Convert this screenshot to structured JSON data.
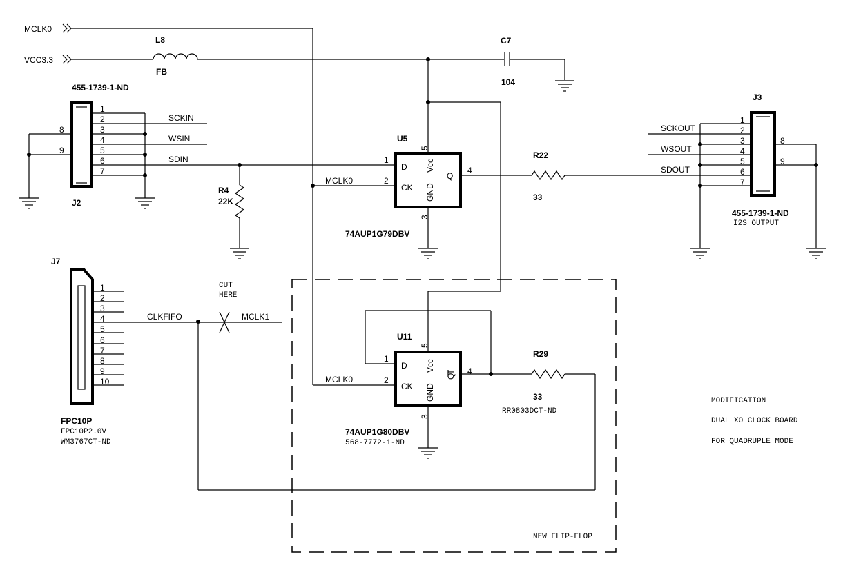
{
  "nets": {
    "mclk0": "MCLK0",
    "vcc": "VCC3.3",
    "sckin": "SCKIN",
    "wsin": "WSIN",
    "sdin": "SDIN",
    "mclk0_u5": "MCLK0",
    "mclk0_u11": "MCLK0",
    "sckout": "SCKOUT",
    "wsout": "WSOUT",
    "sdout": "SDOUT",
    "clkfifo": "CLKFIFO",
    "mclk1": "MCLK1"
  },
  "components": {
    "l8": {
      "ref": "L8",
      "value": "FB"
    },
    "c7": {
      "ref": "C7",
      "value": "104"
    },
    "j2": {
      "ref": "J2",
      "part": "455-1739-1-ND",
      "pins": [
        "1",
        "2",
        "3",
        "4",
        "5",
        "6",
        "7"
      ],
      "side_pins": [
        "8",
        "9"
      ]
    },
    "r4": {
      "ref": "R4",
      "value": "22K"
    },
    "u5": {
      "ref": "U5",
      "part": "74AUP1G79DBV",
      "pin_d": "D",
      "pin_ck": "CK",
      "pin_q": "Q",
      "pin_vcc": "Vcc",
      "pin_gnd": "GND",
      "n1": "1",
      "n2": "2",
      "n3": "3",
      "n4": "4",
      "n5": "5"
    },
    "r22": {
      "ref": "R22",
      "value": "33"
    },
    "j3": {
      "ref": "J3",
      "part": "455-1739-1-ND",
      "subtitle": "I2S OUTPUT",
      "pins": [
        "1",
        "2",
        "3",
        "4",
        "5",
        "6",
        "7"
      ],
      "side_pins": [
        "8",
        "9"
      ]
    },
    "j7": {
      "ref": "J7",
      "part": "FPC10P",
      "sub1": "FPC10P2.0V",
      "sub2": "WM3767CT-ND",
      "pins": [
        "1",
        "2",
        "3",
        "4",
        "5",
        "6",
        "7",
        "8",
        "9",
        "10"
      ]
    },
    "u11": {
      "ref": "U11",
      "part": "74AUP1G80DBV",
      "sub": "568-7772-1-ND",
      "pin_d": "D",
      "pin_ck": "CK",
      "pin_q": "QI",
      "pin_vcc": "Vcc",
      "pin_gnd": "GND",
      "n1": "1",
      "n2": "2",
      "n3": "3",
      "n4": "4",
      "n5": "5"
    },
    "r29": {
      "ref": "R29",
      "value": "33",
      "sub": "RR0803DCT-ND"
    }
  },
  "annotations": {
    "cut1": "CUT",
    "cut2": "HERE",
    "box_label": "NEW FLIP-FLOP",
    "note1": "MODIFICATION",
    "note2": "DUAL XO CLOCK BOARD",
    "note3": "FOR QUADRUPLE MODE"
  }
}
